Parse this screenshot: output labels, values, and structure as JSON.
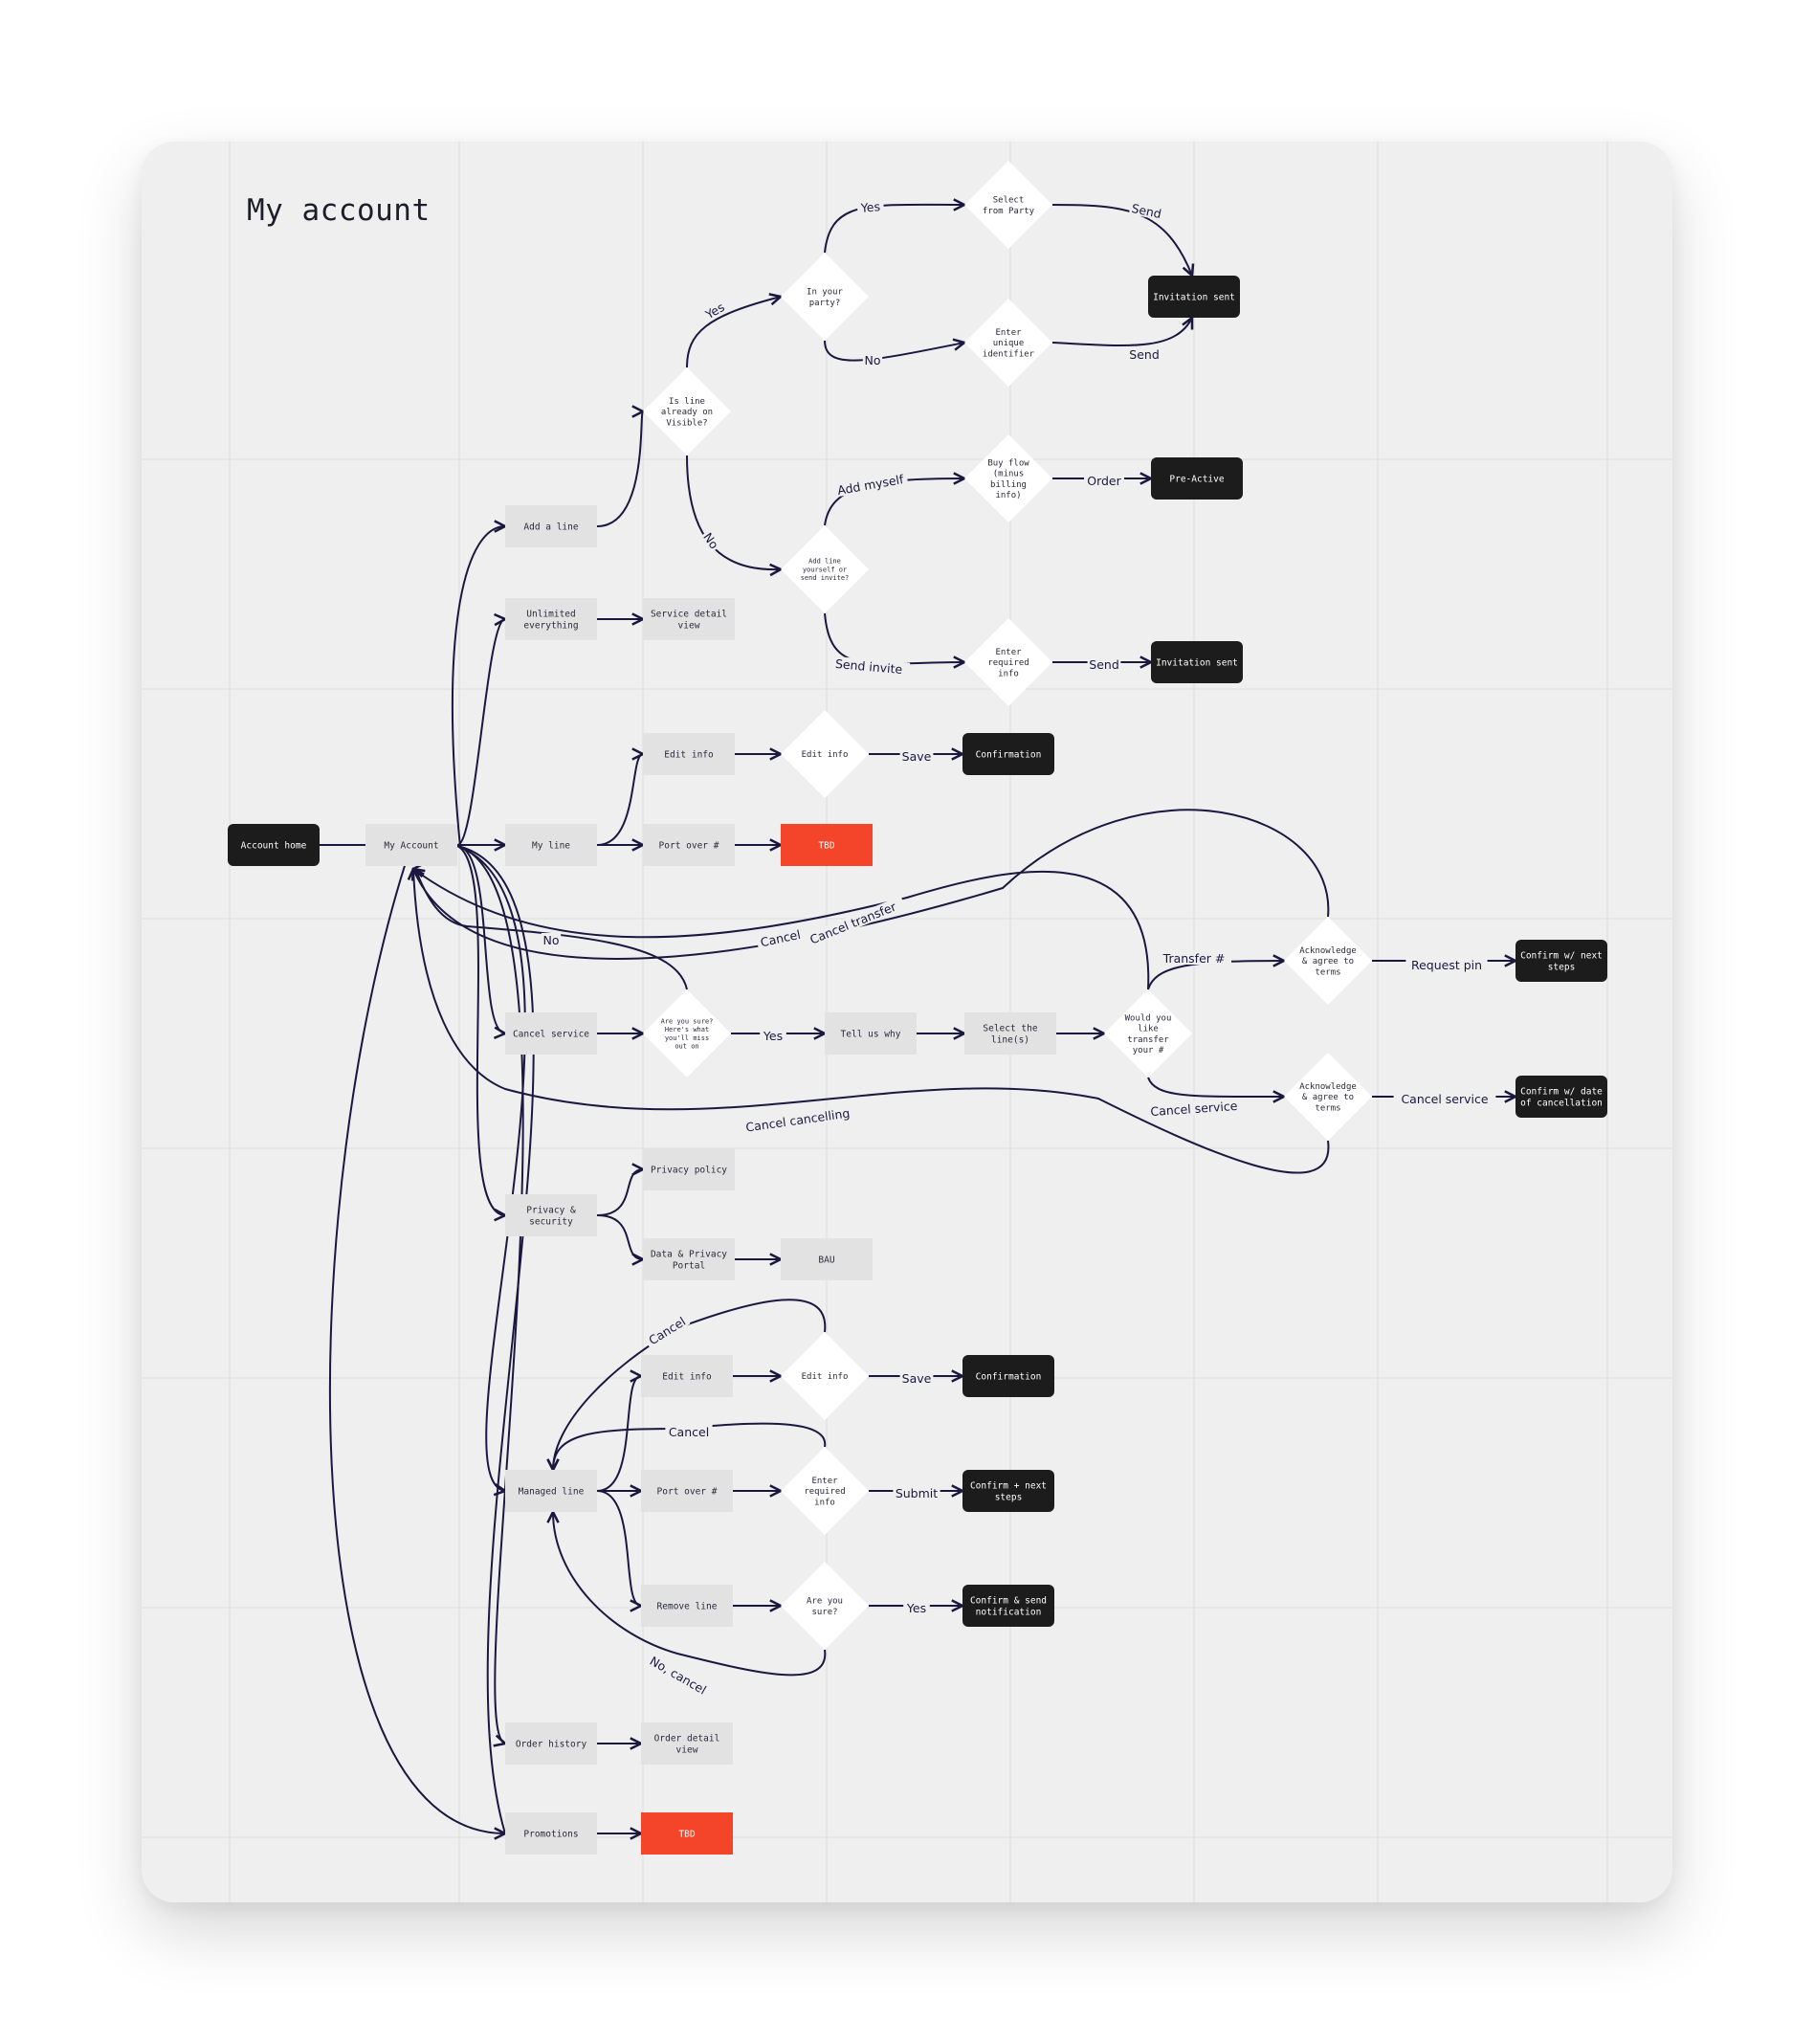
{
  "title": "My account",
  "colors": {
    "board": "#efefef",
    "grid": "#dcdcdc",
    "gray_node": "#e2e2e2",
    "diamond": "#ffffff",
    "dark_node": "#1c1c1c",
    "red_node": "#f4452a",
    "connector": "#1b1840"
  },
  "nodes": {
    "account_home": "Account home",
    "my_account": "My Account",
    "add_a_line": "Add a line",
    "unlimited": "Unlimited everything",
    "service_detail": "Service detail view",
    "my_line": "My line",
    "edit_info": "Edit info",
    "port_over": "Port over #",
    "tbd_1": "TBD",
    "cancel_service": "Cancel service",
    "tell_us_why": "Tell us why",
    "select_line": "Select the line(s)",
    "privacy_security": "Privacy & security",
    "privacy_policy": "Privacy policy",
    "data_privacy_portal": "Data & Privacy Portal",
    "bau": "BAU",
    "managed_line": "Managed line",
    "m_edit_info": "Edit info",
    "m_port_over": "Port over #",
    "remove_line": "Remove line",
    "order_history": "Order history",
    "order_detail": "Order detail view",
    "promotions": "Promotions",
    "tbd_2": "TBD",
    "d_is_line_visible": "Is line already on Visible?",
    "d_in_party": "In your party?",
    "d_select_party": "Select from Party",
    "d_enter_unique": "Enter unique identifier",
    "d_buy_flow": "Buy flow (minus billing info)",
    "d_add_line_yourself": "Add line yourself or send invite?",
    "d_enter_required": "Enter required info",
    "d_edit_info": "Edit info",
    "d_are_you_sure_cancel": "Are you sure? Here's what you'll miss out on",
    "d_transfer_number": "Would you like transfer your #",
    "d_acknowledge_1": "Acknowledge & agree to terms",
    "d_acknowledge_2": "Acknowledge & agree to terms",
    "d_m_edit_info": "Edit info",
    "d_m_enter_required": "Enter required info",
    "d_are_you_sure": "Are you sure?",
    "invitation_sent_1": "Invitation sent",
    "pre_active": "Pre-Active",
    "invitation_sent_2": "Invitation sent",
    "confirmation_1": "Confirmation",
    "confirm_next_steps": "Confirm w/ next steps",
    "confirm_date_cancel": "Confirm w/ date of cancellation",
    "confirmation_2": "Confirmation",
    "confirm_plus_next": "Confirm + next steps",
    "confirm_send_notification": "Confirm & send notification"
  },
  "edge_labels": {
    "yes_1": "Yes",
    "send_1": "Send",
    "yes_2": "Yes",
    "no_1": "No",
    "send_2": "Send",
    "add_myself": "Add myself",
    "order": "Order",
    "no_2": "No",
    "send_invite": "Send invite",
    "send_3": "Send",
    "save_1": "Save",
    "cancel_1": "Cancel",
    "cancel_transfer": "Cancel transfer",
    "no_3": "No",
    "transfer": "Transfer #",
    "request_pin": "Request pin",
    "yes_3": "Yes",
    "cancel_service": "Cancel service",
    "cancel_service_2": "Cancel service",
    "cancel_cancelling": "Cancel cancelling",
    "cancel_2": "Cancel",
    "save_2": "Save",
    "cancel_3": "Cancel",
    "submit": "Submit",
    "yes_4": "Yes",
    "no_cancel": "No, cancel"
  }
}
